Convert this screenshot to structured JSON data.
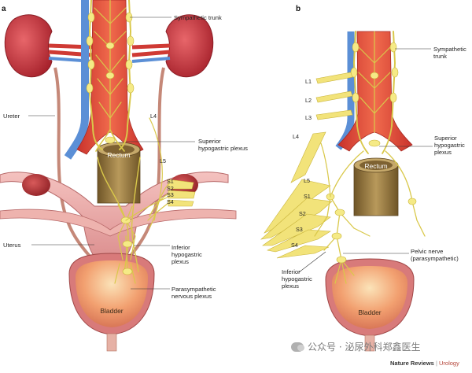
{
  "panel_a": {
    "letter": "a",
    "labels": {
      "sympathetic_trunk": "Sympathetic trunk",
      "ureter": "Ureter",
      "superior_plexus_1": "Superior",
      "superior_plexus_2": "hypogastric plexus",
      "rectum": "Rectum",
      "uterus": "Uterus",
      "inferior_plexus_1": "Inferior",
      "inferior_plexus_2": "hypogastric",
      "inferior_plexus_3": "plexus",
      "parasympathetic_1": "Parasympathetic",
      "parasympathetic_2": "nervous plexus",
      "bladder": "Bladder"
    },
    "nerve_levels": [
      "L4",
      "L5",
      "S1",
      "S2",
      "S3",
      "S4"
    ]
  },
  "panel_b": {
    "letter": "b",
    "labels": {
      "sympathetic_trunk_1": "Sympathetic",
      "sympathetic_trunk_2": "trunk",
      "superior_plexus_1": "Superior",
      "superior_plexus_2": "hypogastric",
      "superior_plexus_3": "plexus",
      "rectum": "Rectum",
      "pelvic_nerve_1": "Pelvic nerve",
      "pelvic_nerve_2": "(parasympathetic)",
      "inferior_plexus_1": "Inferior",
      "inferior_plexus_2": "hypogastric",
      "inferior_plexus_3": "plexus",
      "bladder": "Bladder"
    },
    "lumbar_levels": [
      "L1",
      "L2",
      "L3"
    ],
    "sacral_levels": [
      "L4",
      "L5",
      "S1",
      "S2",
      "S3",
      "S4"
    ]
  },
  "watermark": "公众号 · 泌尿外科郑鑫医生",
  "credit": {
    "journal": "Nature Reviews",
    "separator": "|",
    "section": "Urology"
  },
  "colors": {
    "aorta": "#e2443a",
    "vena_cava": "#5b8fd6",
    "nerve": "#efe27a",
    "kidney": "#c8323a",
    "bladder": "#f2a070",
    "rectum": "#8f7240",
    "uterus": "#e8a2a2"
  }
}
